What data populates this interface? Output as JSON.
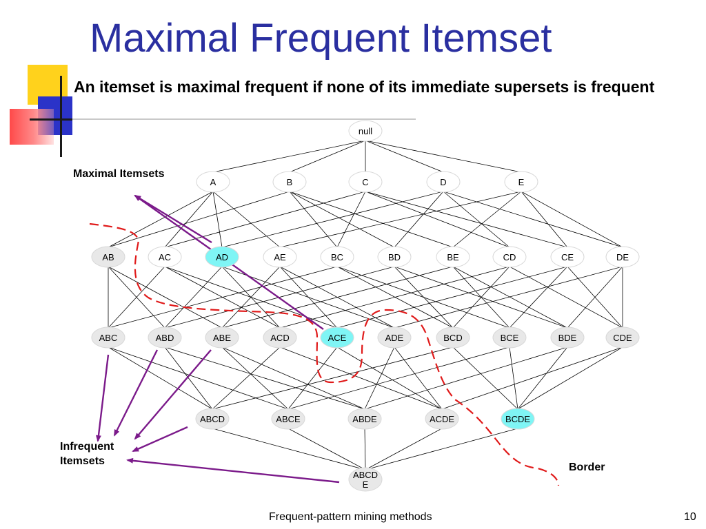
{
  "slide": {
    "title": "Maximal Frequent Itemset",
    "subtitle": "An itemset is maximal frequent if none of its immediate supersets is frequent",
    "footer": "Frequent-pattern mining methods",
    "page_number": "10"
  },
  "labels": {
    "maximal": "Maximal Itemsets",
    "infrequent": "Infrequent Itemsets",
    "border": "Border"
  },
  "colors": {
    "title": "#2a2fa0",
    "node_fill": "#e8e8e8",
    "node_highlight": "#7ff5f5",
    "edge": "#000000",
    "arrow": "#7b1a8a",
    "border_line": "#e01a1a"
  },
  "lattice": {
    "levels": [
      [
        "null"
      ],
      [
        "A",
        "B",
        "C",
        "D",
        "E"
      ],
      [
        "AB",
        "AC",
        "AD",
        "AE",
        "BC",
        "BD",
        "BE",
        "CD",
        "CE",
        "DE"
      ],
      [
        "ABC",
        "ABD",
        "ABE",
        "ACD",
        "ACE",
        "ADE",
        "BCD",
        "BCE",
        "BDE",
        "CDE"
      ],
      [
        "ABCD",
        "ABCE",
        "ABDE",
        "ACDE",
        "BCDE"
      ],
      [
        "ABCDE"
      ]
    ],
    "display_text": {
      "ABCDE": [
        "ABCD",
        "E"
      ]
    },
    "maximal": [
      "AD",
      "ACE",
      "BCDE"
    ],
    "shaded_infrequent": [
      "AB",
      "ABC",
      "ABD",
      "ABE",
      "ACD",
      "ADE",
      "BCD",
      "BCE",
      "BDE",
      "CDE",
      "ABCD",
      "ABCE",
      "ABDE",
      "ACDE",
      "ABCDE"
    ]
  }
}
